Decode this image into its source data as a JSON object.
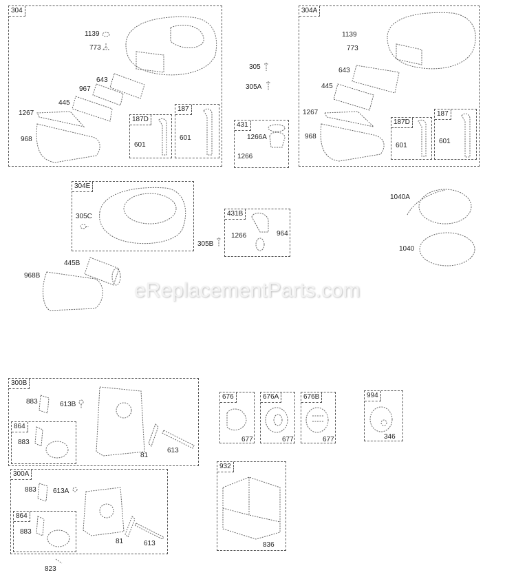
{
  "watermark": "eReplacementParts.com",
  "groups": {
    "g304": {
      "tag": "304",
      "labels": [
        "1139",
        "773",
        "643",
        "967",
        "445",
        "1267",
        "968"
      ],
      "sub_187D": {
        "tag": "187D",
        "labels": [
          "601"
        ]
      },
      "sub_187": {
        "tag": "187",
        "labels": [
          "601"
        ]
      }
    },
    "g304A": {
      "tag": "304A",
      "labels": [
        "1139",
        "773",
        "643",
        "445",
        "1267",
        "968"
      ],
      "sub_187D": {
        "tag": "187D",
        "labels": [
          "601"
        ]
      },
      "sub_187": {
        "tag": "187",
        "labels": [
          "601"
        ]
      }
    },
    "loose_top": {
      "labels": [
        "305",
        "305A"
      ]
    },
    "g431": {
      "tag": "431",
      "labels": [
        "1266A",
        "1266"
      ]
    },
    "g304E": {
      "tag": "304E",
      "labels": [
        "305C"
      ]
    },
    "loose_mid": {
      "labels": [
        "305B",
        "445B",
        "968B",
        "1040A",
        "1040"
      ]
    },
    "g431B": {
      "tag": "431B",
      "labels": [
        "1266",
        "964"
      ]
    },
    "g300B": {
      "tag": "300B",
      "labels": [
        "883",
        "613B",
        "81",
        "613"
      ],
      "sub_864": {
        "tag": "864",
        "labels": [
          "883"
        ]
      }
    },
    "g300A": {
      "tag": "300A",
      "labels": [
        "883",
        "613A",
        "81",
        "613"
      ],
      "sub_864": {
        "tag": "864",
        "labels": [
          "883"
        ]
      }
    },
    "loose_bottom": {
      "labels": [
        "823"
      ]
    },
    "g676": {
      "tag": "676",
      "labels": [
        "677"
      ]
    },
    "g676A": {
      "tag": "676A",
      "labels": [
        "677"
      ]
    },
    "g676B": {
      "tag": "676B",
      "labels": [
        "677"
      ]
    },
    "g994": {
      "tag": "994",
      "labels": [
        "346"
      ]
    },
    "g932": {
      "tag": "932",
      "labels": [
        "836"
      ]
    }
  }
}
